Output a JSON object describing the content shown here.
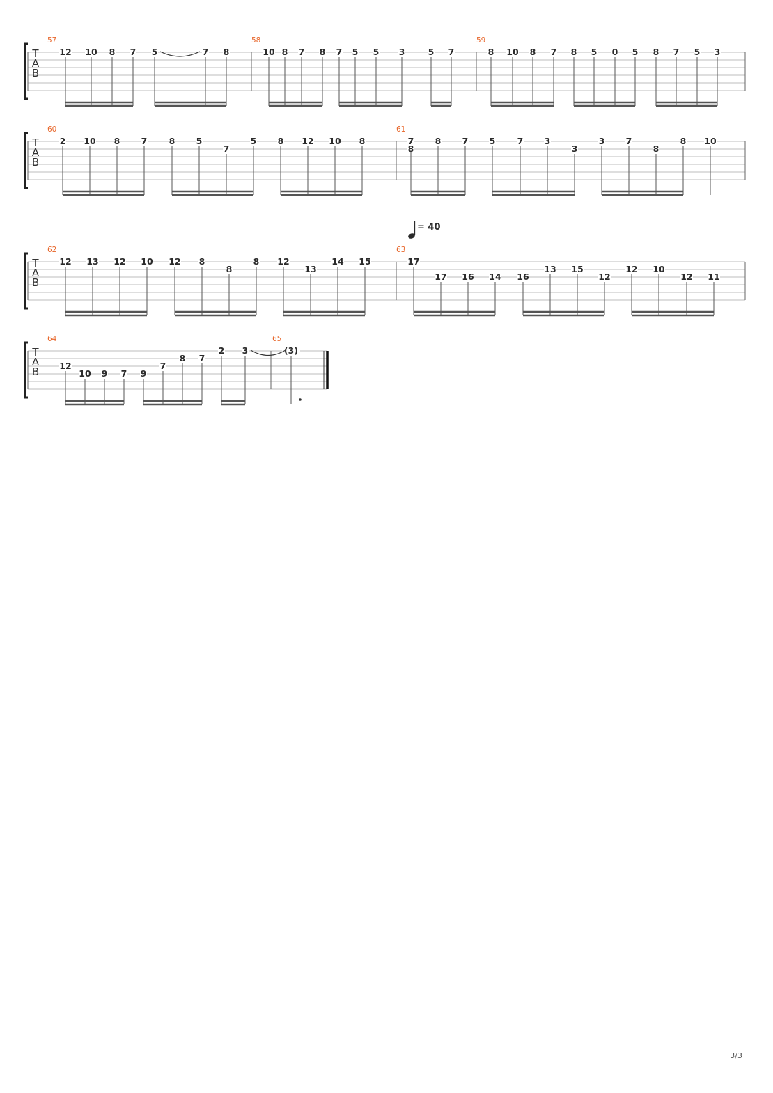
{
  "tempo": {
    "value": "= 40",
    "note_icon": "quarter-note-icon"
  },
  "page_number": "3/3",
  "clef_letters": [
    "T",
    "A",
    "B"
  ],
  "systems": [
    {
      "measures": [
        {
          "number": "57",
          "notes": [
            {
              "fret": "12",
              "string": 1
            },
            {
              "fret": "10",
              "string": 1
            },
            {
              "fret": "8",
              "string": 1
            },
            {
              "fret": "7",
              "string": 1
            },
            {
              "fret": "5",
              "string": 1
            },
            {
              "fret": "7",
              "string": 1
            },
            {
              "fret": "8",
              "string": 1
            }
          ],
          "ties": [
            [
              4,
              5
            ]
          ]
        },
        {
          "number": "58",
          "notes": [
            {
              "fret": "10",
              "string": 1
            },
            {
              "fret": "8",
              "string": 1
            },
            {
              "fret": "7",
              "string": 1
            },
            {
              "fret": "8",
              "string": 1
            },
            {
              "fret": "7",
              "string": 1
            },
            {
              "fret": "5",
              "string": 1
            },
            {
              "fret": "5",
              "string": 1
            },
            {
              "fret": "3",
              "string": 1
            },
            {
              "fret": "5",
              "string": 1
            },
            {
              "fret": "7",
              "string": 1
            }
          ]
        },
        {
          "number": "59",
          "notes": [
            {
              "fret": "8",
              "string": 1
            },
            {
              "fret": "10",
              "string": 1
            },
            {
              "fret": "8",
              "string": 1
            },
            {
              "fret": "7",
              "string": 1
            },
            {
              "fret": "8",
              "string": 1
            },
            {
              "fret": "5",
              "string": 1
            },
            {
              "fret": "0",
              "string": 1
            },
            {
              "fret": "5",
              "string": 1
            },
            {
              "fret": "8",
              "string": 1
            },
            {
              "fret": "7",
              "string": 1
            },
            {
              "fret": "5",
              "string": 1
            },
            {
              "fret": "3",
              "string": 1
            }
          ]
        }
      ]
    },
    {
      "measures": [
        {
          "number": "60",
          "notes": [
            {
              "fret": "2",
              "string": 1
            },
            {
              "fret": "10",
              "string": 1
            },
            {
              "fret": "8",
              "string": 1
            },
            {
              "fret": "7",
              "string": 1
            },
            {
              "fret": "8",
              "string": 1
            },
            {
              "fret": "5",
              "string": 1
            },
            {
              "fret": "7",
              "string": 2
            },
            {
              "fret": "5",
              "string": 1
            },
            {
              "fret": "8",
              "string": 1
            },
            {
              "fret": "12",
              "string": 1
            },
            {
              "fret": "10",
              "string": 1
            },
            {
              "fret": "8",
              "string": 1
            }
          ]
        },
        {
          "number": "61",
          "notes": [
            {
              "fret": "7",
              "string": 1
            },
            {
              "fret": "8",
              "string": 2
            },
            {
              "fret": "8",
              "string": 1
            },
            {
              "fret": "7",
              "string": 1
            },
            {
              "fret": "5",
              "string": 1
            },
            {
              "fret": "7",
              "string": 1
            },
            {
              "fret": "3",
              "string": 1
            },
            {
              "fret": "3",
              "string": 2
            },
            {
              "fret": "3",
              "string": 1
            },
            {
              "fret": "7",
              "string": 1
            },
            {
              "fret": "8",
              "string": 2
            },
            {
              "fret": "8",
              "string": 1
            },
            {
              "fret": "10",
              "string": 1
            }
          ]
        }
      ]
    },
    {
      "measures": [
        {
          "number": "62",
          "notes": [
            {
              "fret": "12",
              "string": 1
            },
            {
              "fret": "13",
              "string": 1
            },
            {
              "fret": "12",
              "string": 1
            },
            {
              "fret": "10",
              "string": 1
            },
            {
              "fret": "12",
              "string": 1
            },
            {
              "fret": "8",
              "string": 1
            },
            {
              "fret": "8",
              "string": 2
            },
            {
              "fret": "8",
              "string": 1
            },
            {
              "fret": "12",
              "string": 1
            },
            {
              "fret": "13",
              "string": 2
            },
            {
              "fret": "14",
              "string": 1
            },
            {
              "fret": "15",
              "string": 1
            }
          ]
        },
        {
          "number": "63",
          "notes": [
            {
              "fret": "17",
              "string": 1
            },
            {
              "fret": "17",
              "string": 3
            },
            {
              "fret": "16",
              "string": 3
            },
            {
              "fret": "14",
              "string": 3
            },
            {
              "fret": "16",
              "string": 3
            },
            {
              "fret": "13",
              "string": 2
            },
            {
              "fret": "15",
              "string": 2
            },
            {
              "fret": "12",
              "string": 3
            },
            {
              "fret": "12",
              "string": 2
            },
            {
              "fret": "10",
              "string": 2
            },
            {
              "fret": "12",
              "string": 3
            },
            {
              "fret": "11",
              "string": 3
            }
          ]
        }
      ]
    },
    {
      "measures": [
        {
          "number": "64",
          "notes": [
            {
              "fret": "12",
              "string": 3
            },
            {
              "fret": "10",
              "string": 4
            },
            {
              "fret": "9",
              "string": 4
            },
            {
              "fret": "7",
              "string": 4
            },
            {
              "fret": "9",
              "string": 4
            },
            {
              "fret": "7",
              "string": 3
            },
            {
              "fret": "8",
              "string": 2
            },
            {
              "fret": "7",
              "string": 2
            },
            {
              "fret": "2",
              "string": 1
            },
            {
              "fret": "3",
              "string": 1
            }
          ]
        },
        {
          "number": "65",
          "notes": [
            {
              "fret": "(3)",
              "string": 1
            }
          ]
        }
      ]
    }
  ]
}
